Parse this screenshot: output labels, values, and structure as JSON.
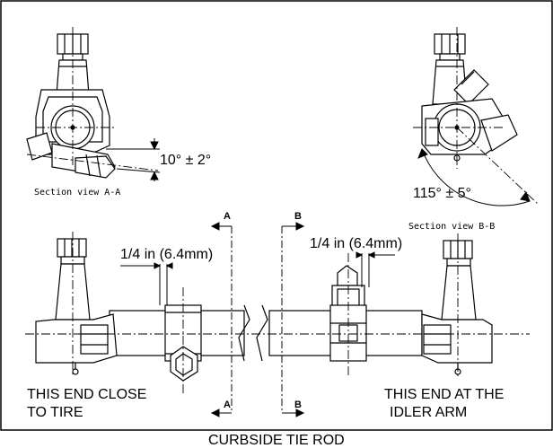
{
  "labels": {
    "angle_a": "10° ± 2°",
    "section_a": "Section view A-A",
    "angle_b": "115° ± 5°",
    "section_b": "Section view B-B",
    "gap_left": "1/4 in (6.4mm)",
    "gap_right": "1/4 in (6.4mm)",
    "cut_a_top": "A",
    "cut_a_bottom": "A",
    "cut_b_top": "B",
    "cut_b_bottom": "B",
    "left_note_line1": "THIS END CLOSE",
    "left_note_line2": "TO TIRE",
    "right_note_line1": "THIS END AT THE",
    "right_note_line2": "IDLER ARM",
    "caption": "CURBSIDE TIE ROD"
  }
}
